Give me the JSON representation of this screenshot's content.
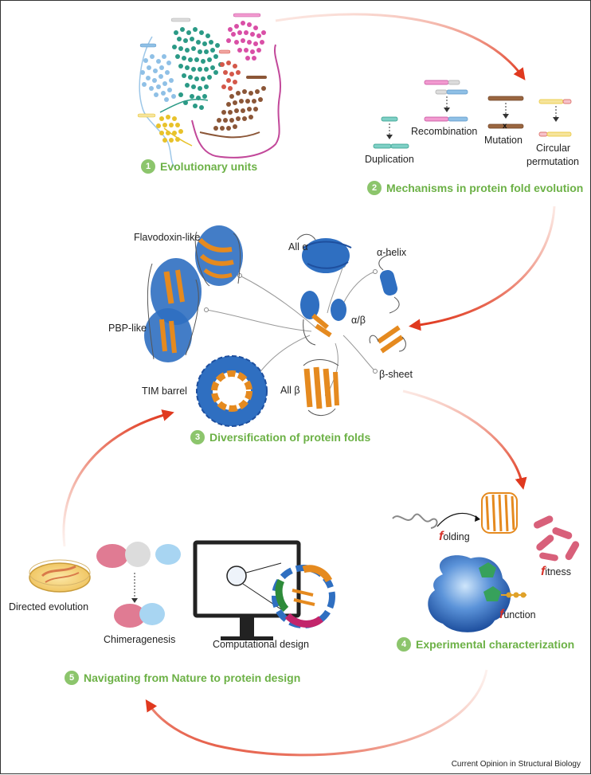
{
  "steps": [
    {
      "num": "1",
      "title": "Evolutionary units"
    },
    {
      "num": "2",
      "title": "Mechanisms in protein fold evolution"
    },
    {
      "num": "3",
      "title": "Diversification of protein folds"
    },
    {
      "num": "4",
      "title": "Experimental characterization"
    },
    {
      "num": "5",
      "title": "Navigating from Nature to protein design"
    }
  ],
  "mechanisms": {
    "duplication": "Duplication",
    "recombination": "Recombination",
    "mutation": "Mutation",
    "circular": "Circular",
    "permutation": "permutation"
  },
  "folds": {
    "flavodoxin": "Flavodoxin-like",
    "all_alpha": "All α",
    "alpha_helix": "α-helix",
    "pbp": "PBP-like",
    "alpha_beta": "α/β",
    "beta_sheet": "β-sheet",
    "tim": "TIM barrel",
    "all_beta": "All β"
  },
  "experimental": {
    "folding_f": "f",
    "folding_rest": "olding",
    "fitness_f": "f",
    "fitness_rest": "itness",
    "function_f": "f",
    "function_rest": "unction"
  },
  "design": {
    "directed": "Directed evolution",
    "chimeragenesis": "Chimeragenesis",
    "computational": "Computational design"
  },
  "credit": "Current Opinion in Structural Biology",
  "colors": {
    "arrow": "#e0391f",
    "step_green": "#6cb146",
    "helix_blue": "#2f6fc1",
    "strand_orange": "#e58a1f",
    "teal": "#2b9a86",
    "pink": "#d94fa6",
    "brown": "#8b5637",
    "light_blue": "#8fc0e6",
    "yellow": "#e8c22a"
  }
}
